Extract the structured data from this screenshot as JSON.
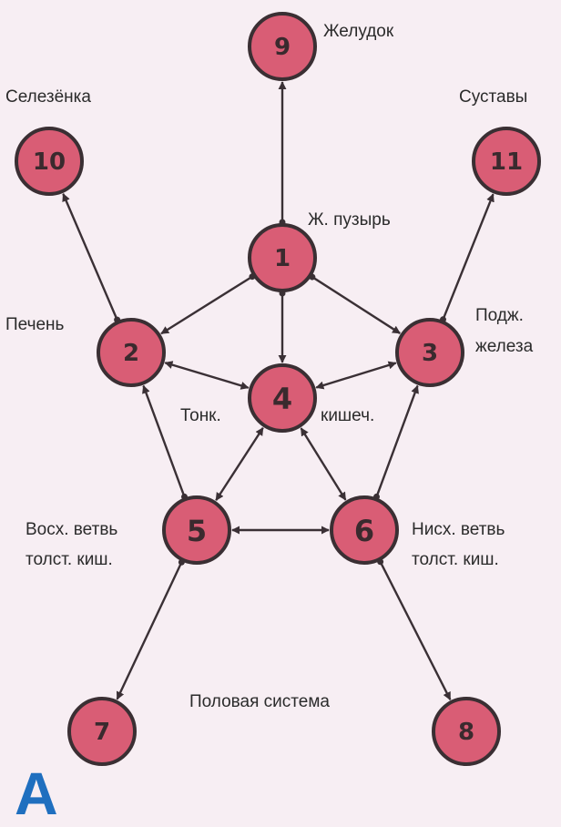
{
  "colors": {
    "node_fill": "#d95d75",
    "node_stroke": "#3a2f33",
    "edge": "#3a3035",
    "corner_letter": "#1f6fbf"
  },
  "nodes": [
    {
      "id": "1",
      "label": "1"
    },
    {
      "id": "2",
      "label": "2"
    },
    {
      "id": "3",
      "label": "3"
    },
    {
      "id": "4",
      "label": "4"
    },
    {
      "id": "5",
      "label": "5"
    },
    {
      "id": "6",
      "label": "6"
    },
    {
      "id": "7",
      "label": "7"
    },
    {
      "id": "8",
      "label": "8"
    },
    {
      "id": "9",
      "label": "9"
    },
    {
      "id": "10",
      "label": "10"
    },
    {
      "id": "11",
      "label": "11"
    }
  ],
  "labels": {
    "n9": "Желудок",
    "n10": "Селезёнка",
    "n11": "Суставы",
    "n1": "Ж. пузырь",
    "n2": "Печень",
    "n3_line1": "Подж.",
    "n3_line2": "железа",
    "n4_left": "Тонк.",
    "n4_right": "кишеч.",
    "n5_line1": "Восх. ветвь",
    "n5_line2": "толст. киш.",
    "n6_line1": "Нисх. ветвь",
    "n6_line2": "толст. киш.",
    "bottom": "Половая система"
  },
  "edges": [
    {
      "from": "1",
      "to": "9",
      "direction": "forward"
    },
    {
      "from": "2",
      "to": "10",
      "direction": "forward"
    },
    {
      "from": "3",
      "to": "11",
      "direction": "forward"
    },
    {
      "from": "1",
      "to": "2",
      "direction": "forward"
    },
    {
      "from": "1",
      "to": "3",
      "direction": "forward"
    },
    {
      "from": "1",
      "to": "4",
      "direction": "forward"
    },
    {
      "from": "2",
      "to": "4",
      "direction": "both"
    },
    {
      "from": "3",
      "to": "4",
      "direction": "both"
    },
    {
      "from": "4",
      "to": "5",
      "direction": "both"
    },
    {
      "from": "4",
      "to": "6",
      "direction": "both"
    },
    {
      "from": "5",
      "to": "2",
      "direction": "forward"
    },
    {
      "from": "6",
      "to": "3",
      "direction": "forward"
    },
    {
      "from": "5",
      "to": "6",
      "direction": "both"
    },
    {
      "from": "5",
      "to": "7",
      "direction": "forward"
    },
    {
      "from": "6",
      "to": "8",
      "direction": "forward"
    }
  ],
  "corner_letter": "А"
}
